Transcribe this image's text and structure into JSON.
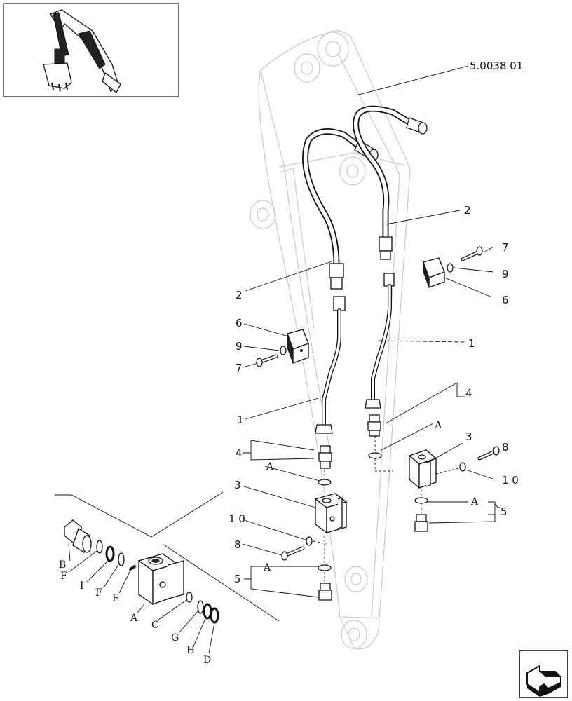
{
  "reference_code": "5.0038 01",
  "callouts": {
    "pipe": "1",
    "hose": "2",
    "block": "3",
    "adapter": "4",
    "plug": "5",
    "clamp": "6",
    "bolt_small": "7",
    "bolt": "8",
    "washer_small": "9",
    "washer": "1 0",
    "seal": "A"
  },
  "detail_letters": [
    "A",
    "B",
    "C",
    "D",
    "E",
    "F",
    "G",
    "H",
    "I"
  ],
  "icons": {
    "thumbnail": "excavator-arm-thumbnail-icon",
    "navigation": "return-arrow-icon"
  }
}
